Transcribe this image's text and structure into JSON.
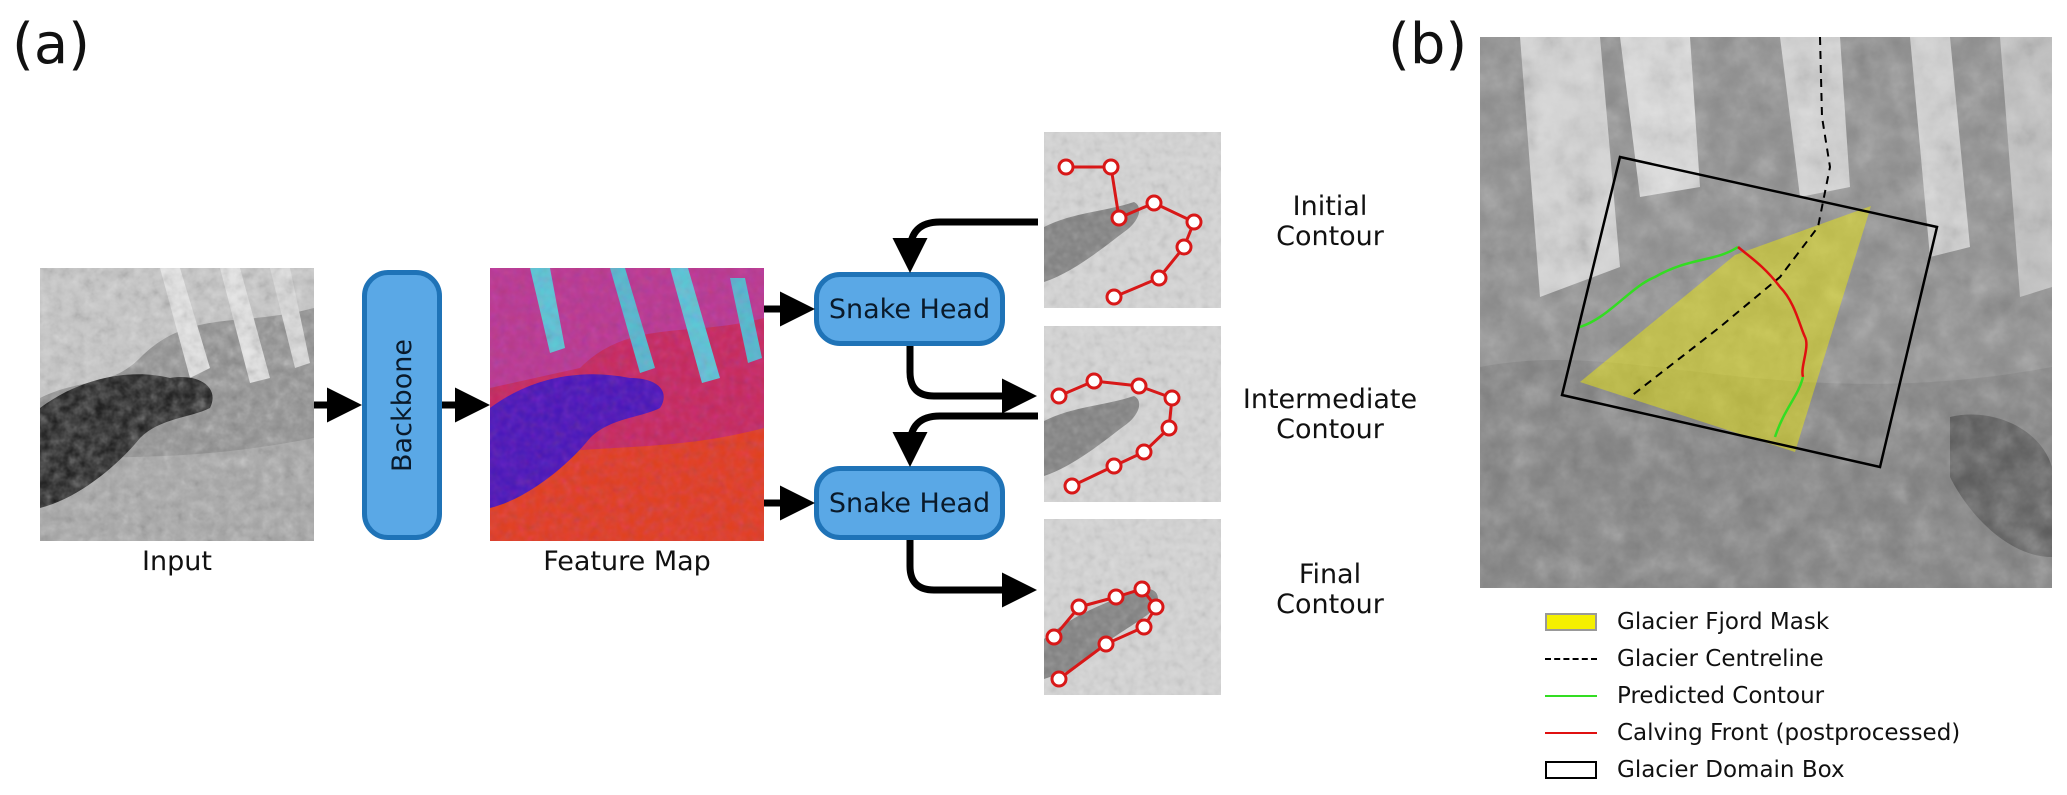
{
  "panel_a": {
    "label": "(a)",
    "input_caption": "Input",
    "backbone_label": "Backbone",
    "feature_caption": "Feature Map",
    "snake_head_top": "Snake Head",
    "snake_head_bottom": "Snake Head",
    "stages": [
      {
        "label": "Initial\nContour"
      },
      {
        "label": "Intermediate\nContour"
      },
      {
        "label": "Final\nContour"
      }
    ]
  },
  "panel_b": {
    "label": "(b)",
    "legend": [
      {
        "label": "Glacier Fjord Mask",
        "style": "fill",
        "color": "#f5f000"
      },
      {
        "label": "Glacier Centreline",
        "style": "dashed",
        "color": "#000000"
      },
      {
        "label": "Predicted Contour",
        "style": "line",
        "color": "#33dd22"
      },
      {
        "label": "Calving Front (postprocessed)",
        "style": "line",
        "color": "#e01010"
      },
      {
        "label": "Glacier Domain Box",
        "style": "box",
        "color": "#000000"
      }
    ]
  },
  "colors": {
    "block_fill": "#5aa8e6",
    "block_border": "#1f73b7",
    "contour_red": "#d81818"
  }
}
